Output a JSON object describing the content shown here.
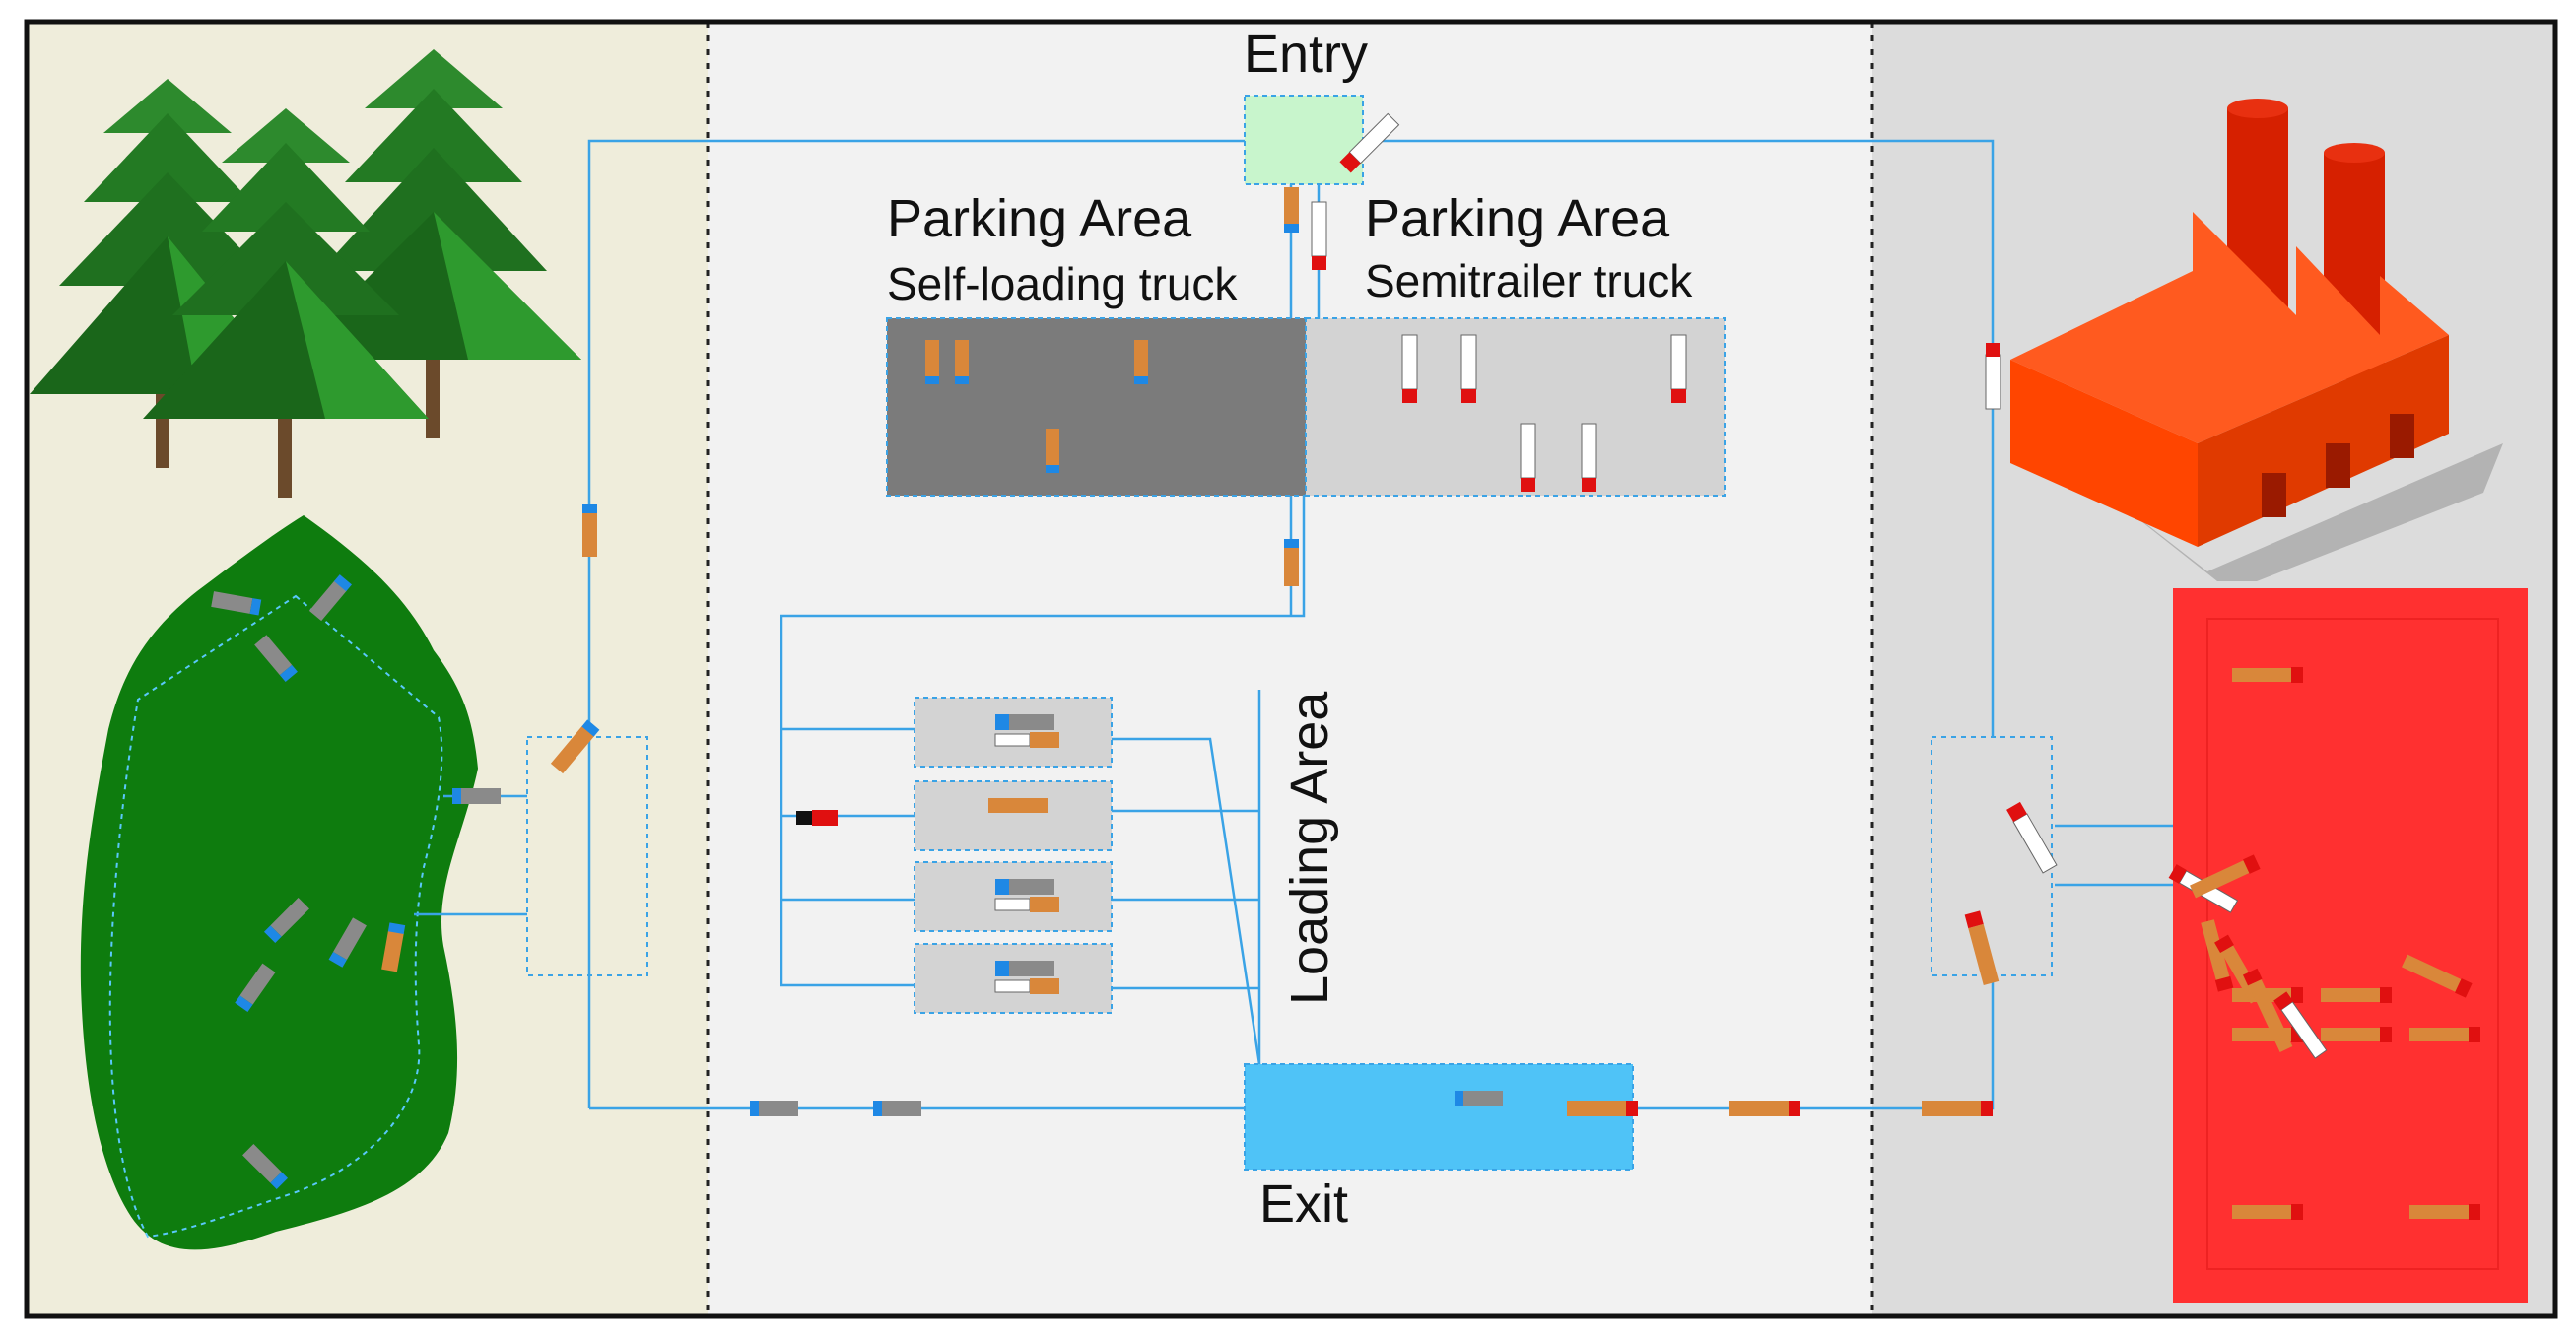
{
  "labels": {
    "entry": "Entry",
    "exit": "Exit",
    "parking_self": "Parking Area",
    "parking_self_sub": "Self-loading truck",
    "parking_semi": "Parking Area",
    "parking_semi_sub": "Semitrailer truck",
    "loading": "Loading Area"
  },
  "zones": [
    {
      "name": "forest-zone",
      "color": "#efeddb"
    },
    {
      "name": "terminal-zone",
      "color": "#f2f2f2"
    },
    {
      "name": "mill-zone",
      "color": "#dcdcdc"
    }
  ],
  "colors": {
    "route": "#3aa3e6",
    "forest_stand": "#0e7c0e",
    "tree": "#1f7a1f",
    "parking_self": "#7b7b7b",
    "parking_semi": "#d3d3d3",
    "entry_box": "#c8f5cc",
    "exit_box": "#4fc3f7",
    "factory": "#ff4500",
    "mill_yard": "#ff3030",
    "truck_orange": "#d9873a",
    "truck_blue": "#1e88e5",
    "truck_red": "#e01010",
    "truck_grey": "#8a8a8a"
  }
}
